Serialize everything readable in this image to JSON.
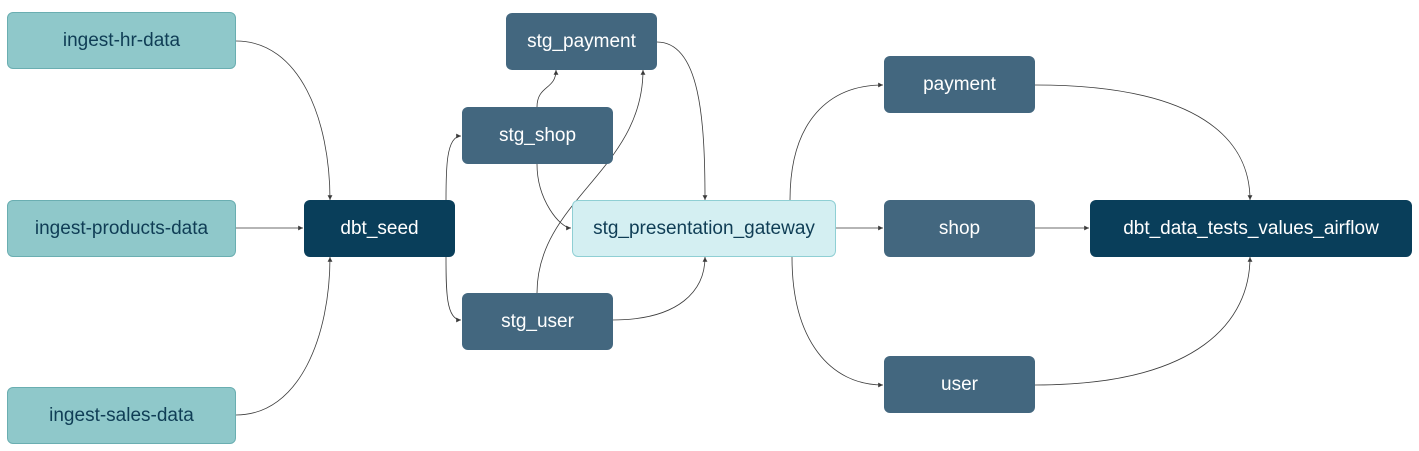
{
  "nodes": [
    {
      "id": "ingest_hr",
      "label": "ingest-hr-data",
      "style": "src"
    },
    {
      "id": "ingest_products",
      "label": "ingest-products-data",
      "style": "src"
    },
    {
      "id": "ingest_sales",
      "label": "ingest-sales-data",
      "style": "src"
    },
    {
      "id": "dbt_seed",
      "label": "dbt_seed",
      "style": "dark"
    },
    {
      "id": "stg_payment",
      "label": "stg_payment",
      "style": "mid"
    },
    {
      "id": "stg_shop",
      "label": "stg_shop",
      "style": "mid"
    },
    {
      "id": "stg_user",
      "label": "stg_user",
      "style": "mid"
    },
    {
      "id": "stg_presentation_gateway",
      "label": "stg_presentation_gateway",
      "style": "light"
    },
    {
      "id": "payment",
      "label": "payment",
      "style": "mid"
    },
    {
      "id": "shop",
      "label": "shop",
      "style": "mid"
    },
    {
      "id": "user",
      "label": "user",
      "style": "mid"
    },
    {
      "id": "dbt_data_tests",
      "label": "dbt_data_tests_values_airflow",
      "style": "dark"
    }
  ],
  "edges": [
    [
      "ingest_hr",
      "dbt_seed"
    ],
    [
      "ingest_products",
      "dbt_seed"
    ],
    [
      "ingest_sales",
      "dbt_seed"
    ],
    [
      "dbt_seed",
      "stg_shop"
    ],
    [
      "dbt_seed",
      "stg_user"
    ],
    [
      "stg_shop",
      "stg_payment"
    ],
    [
      "stg_user",
      "stg_payment"
    ],
    [
      "stg_shop",
      "stg_presentation_gateway"
    ],
    [
      "stg_user",
      "stg_presentation_gateway"
    ],
    [
      "stg_payment",
      "stg_presentation_gateway"
    ],
    [
      "stg_presentation_gateway",
      "payment"
    ],
    [
      "stg_presentation_gateway",
      "shop"
    ],
    [
      "stg_presentation_gateway",
      "user"
    ],
    [
      "payment",
      "dbt_data_tests"
    ],
    [
      "shop",
      "dbt_data_tests"
    ],
    [
      "user",
      "dbt_data_tests"
    ]
  ]
}
